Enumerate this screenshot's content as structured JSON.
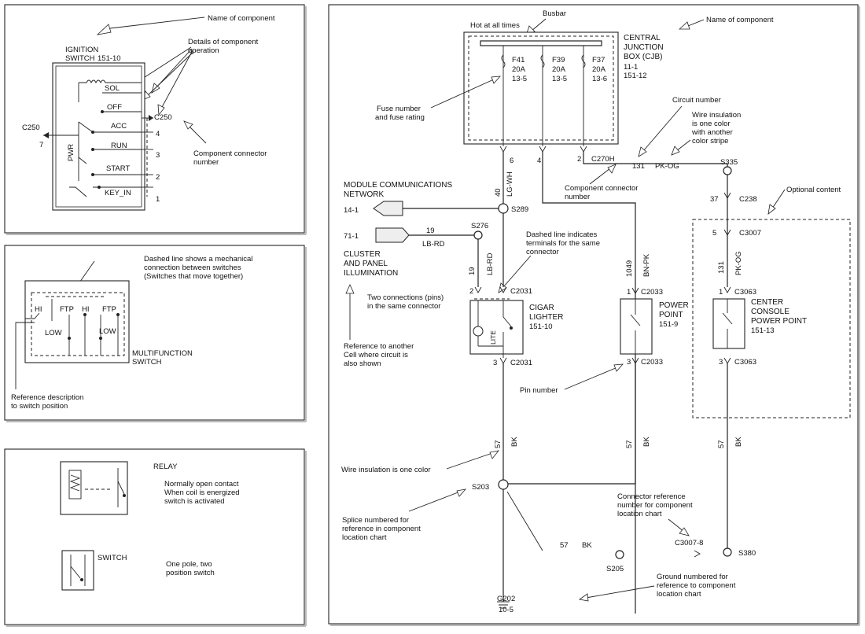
{
  "panel1": {
    "name_of_component": "Name of component",
    "details_operation": [
      "Details of component",
      "operation"
    ],
    "ignition_switch": [
      "IGNITION",
      "SWITCH",
      "151-10"
    ],
    "positions": [
      "SOL",
      "OFF",
      "ACC",
      "RUN",
      "START",
      "KEY_IN"
    ],
    "pins": [
      "4",
      "3",
      "2",
      "1"
    ],
    "pwr": "PWR",
    "c250_left": "C250",
    "c250_left_pin": "7",
    "c250_right": "C250",
    "component_connector_number": [
      "Component connector",
      "number"
    ]
  },
  "panel2": {
    "dashed_line_mech": [
      "Dashed line shows a mechanical",
      "connection between switches",
      "(Switches that move together)"
    ],
    "hi1": "HI",
    "ftp1": "FTP",
    "hi2": "HI",
    "ftp2": "FTP",
    "low1": "LOW",
    "low2": "LOW",
    "multifunction_switch": [
      "MULTIFUNCTION",
      "SWITCH"
    ],
    "reference_description": [
      "Reference description",
      "to switch position"
    ]
  },
  "panel3": {
    "relay": "RELAY",
    "relay_desc": [
      "Normally open contact",
      "When coil is energized",
      "switch is activated"
    ],
    "switch": "SWITCH",
    "switch_desc": [
      "One pole, two",
      "position switch"
    ]
  },
  "panel4": {
    "busbar": "Busbar",
    "hot_at_all_times": "Hot at all times",
    "name_of_component": "Name of component",
    "cjb": [
      "CENTRAL",
      "JUNCTION",
      "BOX (CJB)",
      "11-1",
      "151-12"
    ],
    "fuses": [
      {
        "id": "F41",
        "rating": "20A",
        "cell": "13-5"
      },
      {
        "id": "F39",
        "rating": "20A",
        "cell": "13-5"
      },
      {
        "id": "F37",
        "rating": "20A",
        "cell": "13-6"
      }
    ],
    "fuse_number_rating": [
      "Fuse number",
      "and fuse rating"
    ],
    "circuit_number": "Circuit number",
    "wire_insulation_stripe": [
      "Wire insulation",
      "is one color",
      "with another",
      "color stripe"
    ],
    "pin6": "6",
    "pin4": "4",
    "pin2": "2",
    "c270h": "C270H",
    "wire131": "131",
    "pk_og": "PK-OG",
    "s335": "S335",
    "component_connector_number": [
      "Component connector",
      "number"
    ],
    "module_comm": [
      "MODULE COMMUNICATIONS",
      "NETWORK"
    ],
    "ref_14_1": "14-1",
    "w40": "40",
    "lg_wh": "LG-WH",
    "s289": "S289",
    "ref_71_1": "71-1",
    "w19a": "19",
    "lb_rd_a": "LB-RD",
    "s276": "S276",
    "cluster": [
      "CLUSTER",
      "AND PANEL",
      "ILLUMINATION"
    ],
    "dashed_same_connector": [
      "Dashed line indicates",
      "terminals for the same",
      "connector"
    ],
    "two_connections": [
      "Two connections (pins)",
      "in the same connector"
    ],
    "reference_cell": [
      "Reference to another",
      "Cell where circuit is",
      "also shown"
    ],
    "w19b": "19",
    "lb_rd_b": "LB-RD",
    "w1049": "1049",
    "bn_pk": "BN-PK",
    "pin_2": "2",
    "c2031_top": "C2031",
    "cigar_lighter": [
      "CIGAR",
      "LIGHTER",
      "151-10"
    ],
    "lite": "LITE",
    "pin_3a": "3",
    "c2031_bot": "C2031",
    "pin_1a": "1",
    "c2033_top": "C2033",
    "power_point": [
      "POWER",
      "POINT",
      "151-9"
    ],
    "pin_3b": "3",
    "c2033_bot": "C2033",
    "pin_number": "Pin number",
    "pin37": "37",
    "c238": "C238",
    "optional_content": "Optional content",
    "pin5": "5",
    "c3007": "C3007",
    "w131b": "131",
    "pk_og_b": "PK-OG",
    "pin_1c": "1",
    "c3063_top": "C3063",
    "center_console": [
      "CENTER",
      "CONSOLE",
      "POWER POINT",
      "151-13"
    ],
    "pin_3c": "3",
    "c3063_bot": "C3063",
    "w57a": "57",
    "bk_a": "BK",
    "w57b": "57",
    "bk_b": "BK",
    "w57c": "57",
    "bk_c": "BK",
    "wire_one_color": "Wire insulation is one color",
    "s203": "S203",
    "splice_numbered": [
      "Splice numbered for",
      "reference in component",
      "location chart"
    ],
    "connector_reference": [
      "Connector reference",
      "number for component",
      "location chart"
    ],
    "c3007_8": "C3007-8",
    "s380": "S380",
    "w57d": "57",
    "bk_d": "BK",
    "s205": "S205",
    "ground_numbered": [
      "Ground numbered for",
      "reference to component",
      "location chart"
    ],
    "g202": "G202",
    "g202_cell": "10-5"
  }
}
